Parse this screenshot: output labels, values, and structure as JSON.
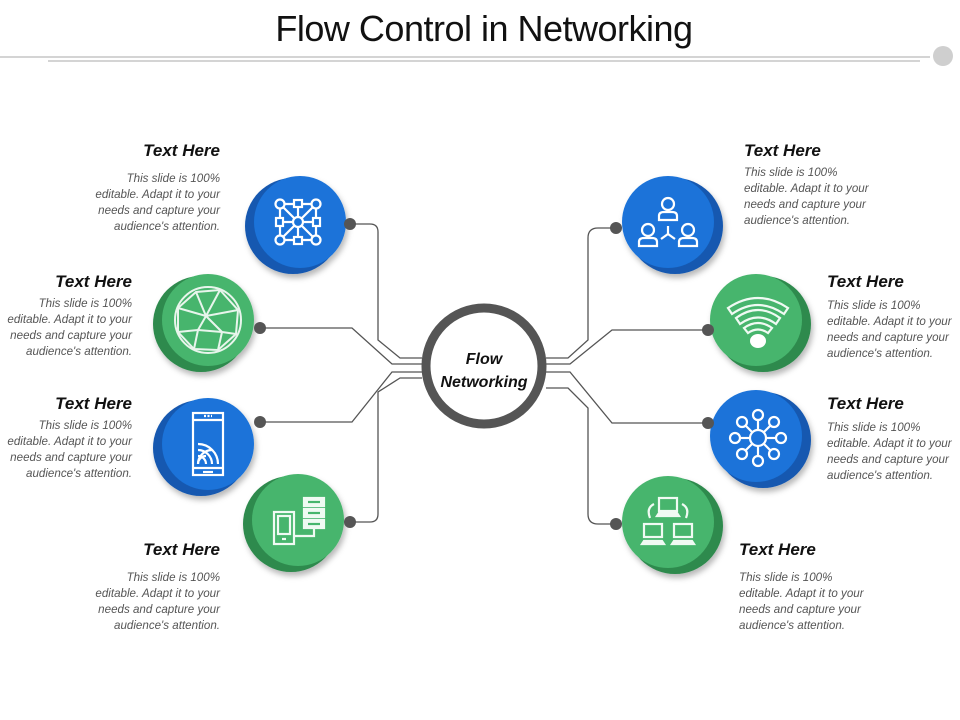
{
  "title": "Flow Control in Networking",
  "center": {
    "line1": "Flow",
    "line2": "Networking"
  },
  "colors": {
    "blue": "#1a73d9",
    "green": "#3fb56a",
    "ring": "#555555",
    "connector": "#555555"
  },
  "items": [
    {
      "side": "left",
      "icon": "network-grid-icon",
      "color": "blue",
      "heading": "Text Here",
      "body": "This slide is 100% editable. Adapt it to your needs and capture your audience's attention."
    },
    {
      "side": "left",
      "icon": "globe-mesh-icon",
      "color": "green",
      "heading": "Text Here",
      "body": "This slide is 100% editable. Adapt it to your needs and capture your audience's attention."
    },
    {
      "side": "left",
      "icon": "mobile-wifi-icon",
      "color": "blue",
      "heading": "Text Here",
      "body": "This slide is 100% editable. Adapt it to your needs and capture your audience's attention."
    },
    {
      "side": "left",
      "icon": "tablet-server-icon",
      "color": "green",
      "heading": "Text Here",
      "body": "This slide is 100% editable. Adapt it to your needs and capture your audience's attention."
    },
    {
      "side": "right",
      "icon": "users-network-icon",
      "color": "blue",
      "heading": "Text Here",
      "body": "This slide is 100% editable. Adapt it to your needs and capture your audience's attention."
    },
    {
      "side": "right",
      "icon": "wifi-icon",
      "color": "green",
      "heading": "Text Here",
      "body": "This slide is 100% editable. Adapt it to your needs and capture your audience's attention."
    },
    {
      "side": "right",
      "icon": "hub-nodes-icon",
      "color": "blue",
      "heading": "Text Here",
      "body": "This slide is 100% editable. Adapt it to your needs and capture your audience's attention."
    },
    {
      "side": "right",
      "icon": "computer-network-icon",
      "color": "green",
      "heading": "Text Here",
      "body": "This slide is 100% editable. Adapt it to your needs and capture your audience's attention."
    }
  ]
}
